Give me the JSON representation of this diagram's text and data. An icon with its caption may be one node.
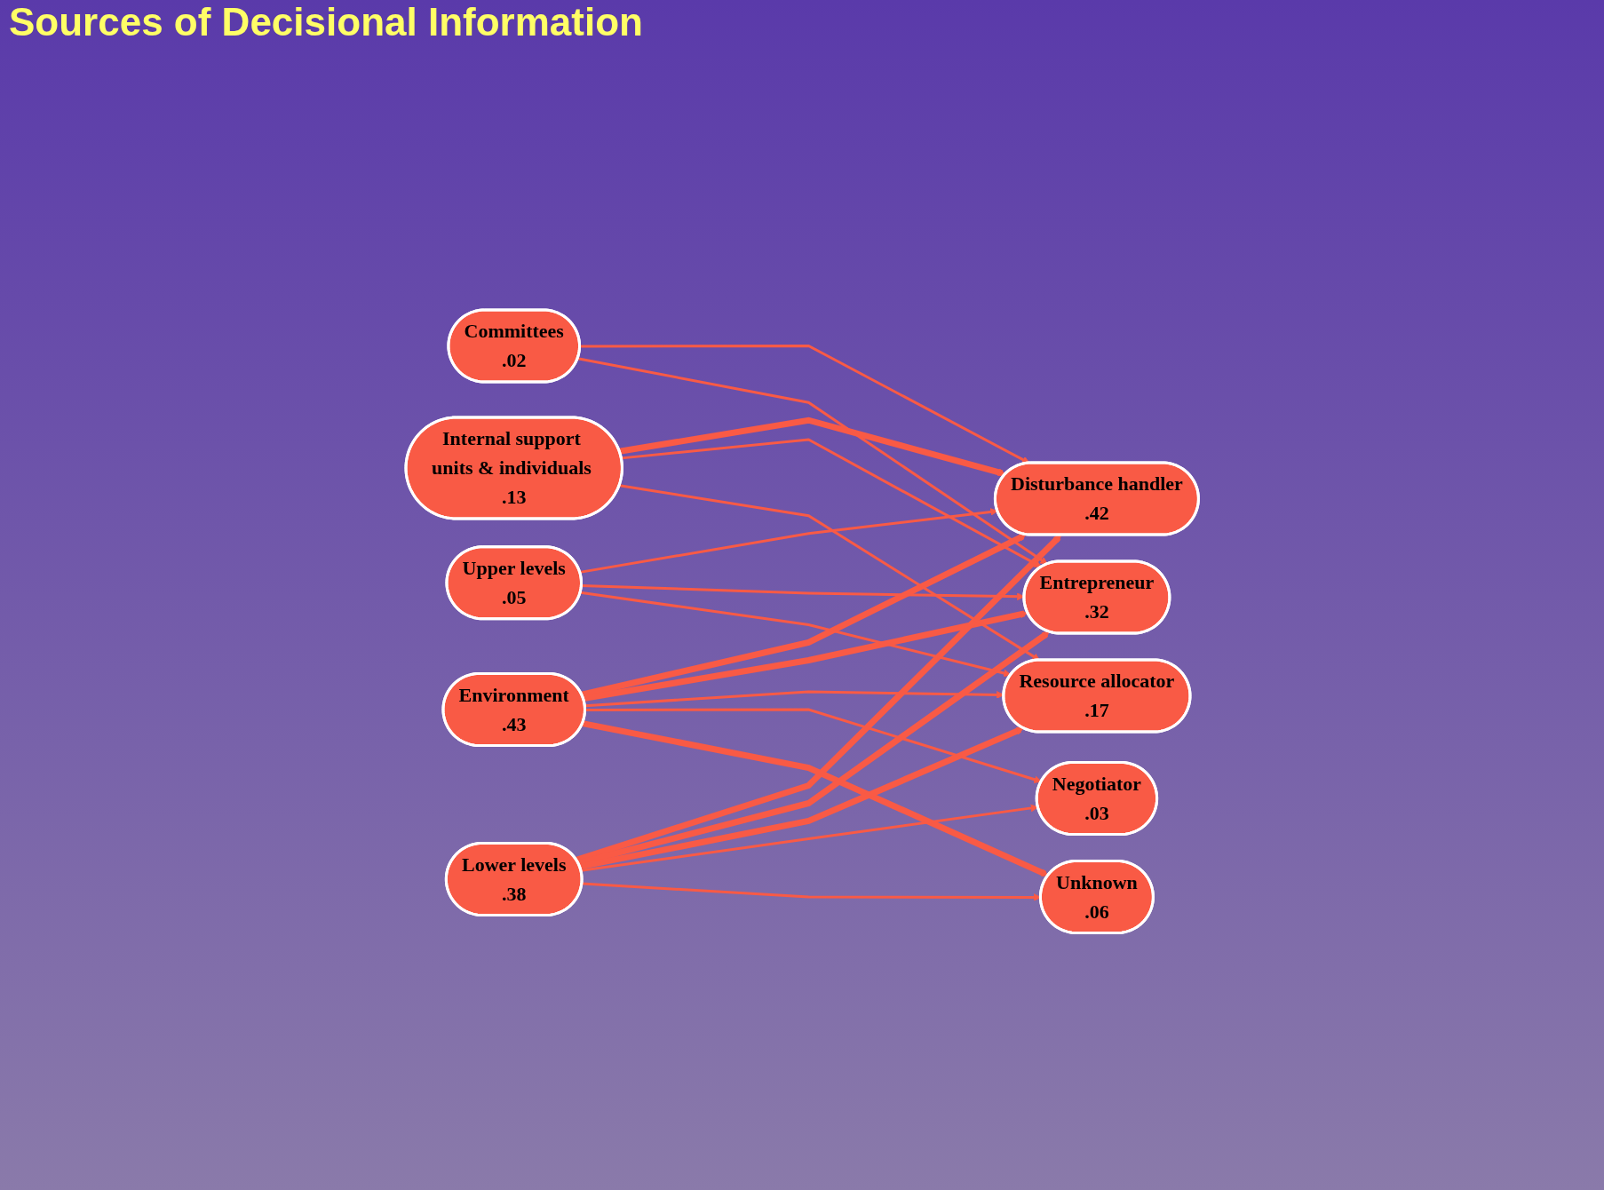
{
  "diagram": {
    "title": "Sources of Decisional Information",
    "nodes": [
      {
        "text": [
          "Environment",
          ".43"
        ]
      },
      {
        "text": [
          "Lower levels",
          ".38"
        ]
      },
      {
        "text": [
          "Internal support units & individuals .13"
        ]
      },
      {
        "text": [
          "Upper levels",
          ".05"
        ]
      },
      {
        "text": [
          "Committees",
          ".02"
        ]
      },
      {
        "text": [
          "Disturbance handler",
          ".42"
        ]
      },
      {
        "text": [
          "Entrepreneur",
          ".32"
        ]
      },
      {
        "text": [
          "Resource allocator",
          ".17"
        ]
      },
      {
        "text": [
          "Negotiator",
          ".03"
        ]
      },
      {
        "text": [
          "Unknown",
          ".06"
        ]
      }
    ],
    "edges": [
      {
        "from": 0,
        "to": 5,
        "arrow": "to",
        "style": "thick"
      },
      {
        "from": 0,
        "to": 6,
        "arrow": "to",
        "style": "thick"
      },
      {
        "from": 0,
        "to": 7,
        "arrow": "to"
      },
      {
        "from": 0,
        "to": 8,
        "arrow": "to"
      },
      {
        "from": 0,
        "to": 9,
        "arrow": "to",
        "style": "thick"
      },
      {
        "from": 1,
        "to": 5,
        "arrow": "to",
        "style": "thick"
      },
      {
        "from": 1,
        "to": 6,
        "arrow": "to",
        "style": "thick"
      },
      {
        "from": 1,
        "to": 7,
        "arrow": "to",
        "style": "thick"
      },
      {
        "from": 1,
        "to": 8,
        "arrow": "to"
      },
      {
        "from": 1,
        "to": 9,
        "arrow": "to"
      },
      {
        "from": 2,
        "to": 5,
        "arrow": "to",
        "style": "thick"
      },
      {
        "from": 2,
        "to": 6,
        "arrow": "to"
      },
      {
        "from": 2,
        "to": 7,
        "arrow": "to"
      },
      {
        "from": 3,
        "to": 5,
        "arrow": "to"
      },
      {
        "from": 3,
        "to": 6,
        "arrow": "to"
      },
      {
        "from": 3,
        "to": 7,
        "arrow": "to"
      },
      {
        "from": 4,
        "to": 5,
        "arrow": "to"
      },
      {
        "from": 4,
        "to": 6,
        "arrow": "to"
      }
    ]
  }
}
